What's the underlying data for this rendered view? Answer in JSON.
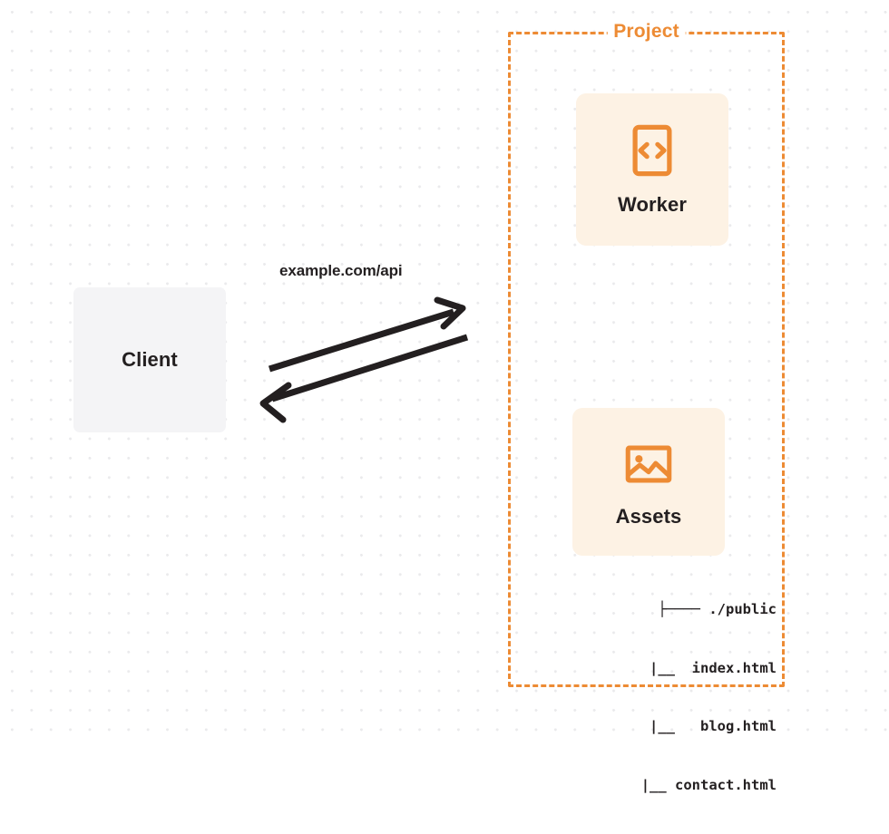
{
  "diagram": {
    "title": "Client to Project Worker and Assets request flow",
    "background": {
      "dot_color": "#eaeaec",
      "canvas_color": "#ffffff"
    },
    "colors": {
      "accent_orange": "#ed8b34",
      "card_background": "#fdf2e4",
      "client_background": "#f4f4f6",
      "text_dark": "#231f20",
      "arrow_color": "#231f20"
    }
  },
  "client": {
    "label": "Client"
  },
  "connection": {
    "label": "example.com/api",
    "request_arrow_name": "request-arrow",
    "response_arrow_name": "response-arrow"
  },
  "project": {
    "title": "Project",
    "worker": {
      "label": "Worker",
      "icon": "code-brackets-icon"
    },
    "assets": {
      "label": "Assets",
      "icon": "image-icon",
      "file_tree": [
        "├──── ./public",
        "     |__  index.html",
        "     |__   blog.html",
        "     |__ contact.html"
      ]
    }
  }
}
